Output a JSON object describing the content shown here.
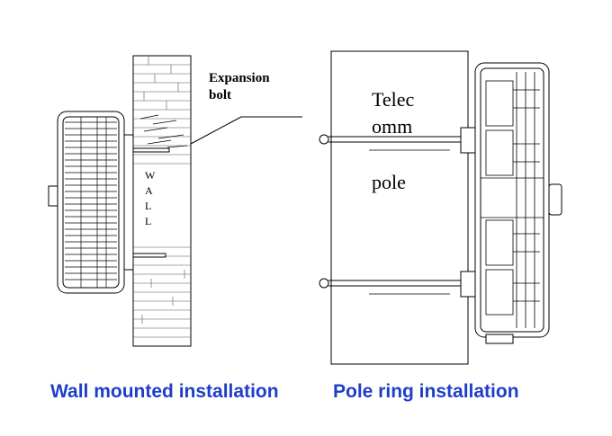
{
  "labels": {
    "expansion_line1": "Expansion",
    "expansion_line2": "bolt",
    "wall_letters": [
      "W",
      "A",
      "L",
      "L"
    ],
    "pole_line1": "Telec",
    "pole_line2": "omm",
    "pole_line3": "pole"
  },
  "captions": {
    "wall": "Wall mounted installation",
    "pole": "Pole ring installation"
  },
  "colors": {
    "caption": "#1e3ec8",
    "line": "#000000",
    "background": "#ffffff"
  }
}
